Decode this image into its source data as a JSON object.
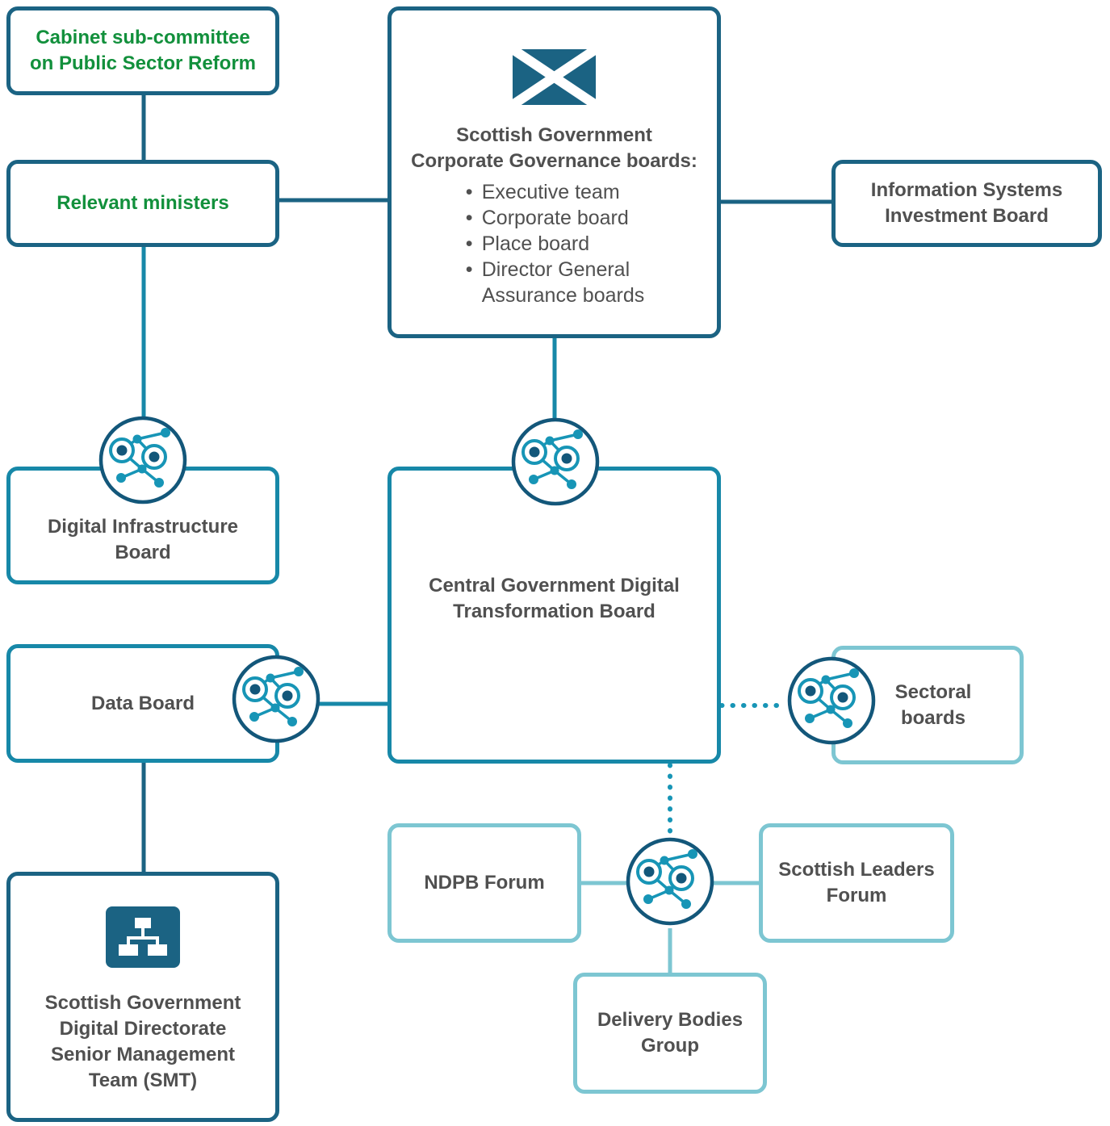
{
  "colors": {
    "dark": "#1b6383",
    "mid": "#1788a8",
    "light": "#7dc6d2",
    "green": "#12903c",
    "text": "#505050",
    "hub": "#1795b6",
    "hub_dark": "#13577a"
  },
  "icons": {
    "flag": "scottish-saltire-flag",
    "hub": "network-nodes-icon",
    "org": "org-chart-icon"
  },
  "nodes": {
    "cabinet": {
      "lines": [
        "Cabinet sub-committee",
        "on Public Sector Reform"
      ]
    },
    "ministers": {
      "lines": [
        "Relevant ministers"
      ]
    },
    "sg_corporate": {
      "title_lines": [
        "Scottish Government",
        "Corporate Governance boards:"
      ],
      "items": [
        "Executive team",
        "Corporate board",
        "Place board",
        "Director General"
      ],
      "item_continuation": "Assurance boards"
    },
    "is_investment": {
      "lines": [
        "Information Systems",
        "Investment Board"
      ]
    },
    "digital_infra": {
      "lines": [
        "Digital Infrastructure",
        "Board"
      ]
    },
    "central_gov": {
      "lines": [
        "Central Government Digital",
        "Transformation Board"
      ]
    },
    "data_board": {
      "lines": [
        "Data Board"
      ]
    },
    "sectoral": {
      "lines": [
        "Sectoral",
        "boards"
      ]
    },
    "smt": {
      "lines": [
        "Scottish Government",
        "Digital Directorate",
        "Senior Management",
        "Team (SMT)"
      ]
    },
    "ndpb": {
      "lines": [
        "NDPB Forum"
      ]
    },
    "leaders": {
      "lines": [
        "Scottish Leaders",
        "Forum"
      ]
    },
    "delivery": {
      "lines": [
        "Delivery Bodies",
        "Group"
      ]
    }
  }
}
